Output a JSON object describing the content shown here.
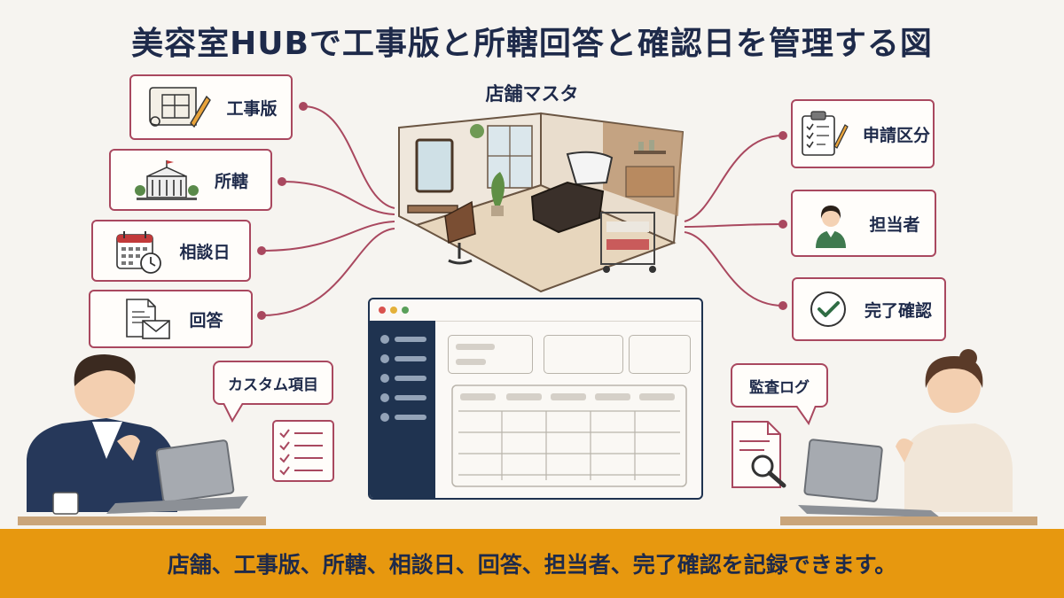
{
  "title": "美容室HUBで工事版と所轄回答と確認日を管理する図",
  "center_label": "店舗マスタ",
  "left_cards": [
    {
      "label": "工事版",
      "icon": "blueprint-icon"
    },
    {
      "label": "所轄",
      "icon": "government-building-icon"
    },
    {
      "label": "相談日",
      "icon": "calendar-clock-icon"
    },
    {
      "label": "回答",
      "icon": "document-mail-icon"
    }
  ],
  "right_cards": [
    {
      "label": "申請区分",
      "icon": "clipboard-checklist-icon"
    },
    {
      "label": "担当者",
      "icon": "person-avatar-icon"
    },
    {
      "label": "完了確認",
      "icon": "check-circle-icon"
    }
  ],
  "bubbles": {
    "left": "カスタム項目",
    "right": "監査ログ"
  },
  "footer": "店舗、工事版、所轄、相談日、回答、担当者、完了確認を記録できます。",
  "colors": {
    "accent": "#a9485f",
    "navy": "#1e2a4a",
    "footer": "#e7980f",
    "background": "#f6f4f0"
  }
}
